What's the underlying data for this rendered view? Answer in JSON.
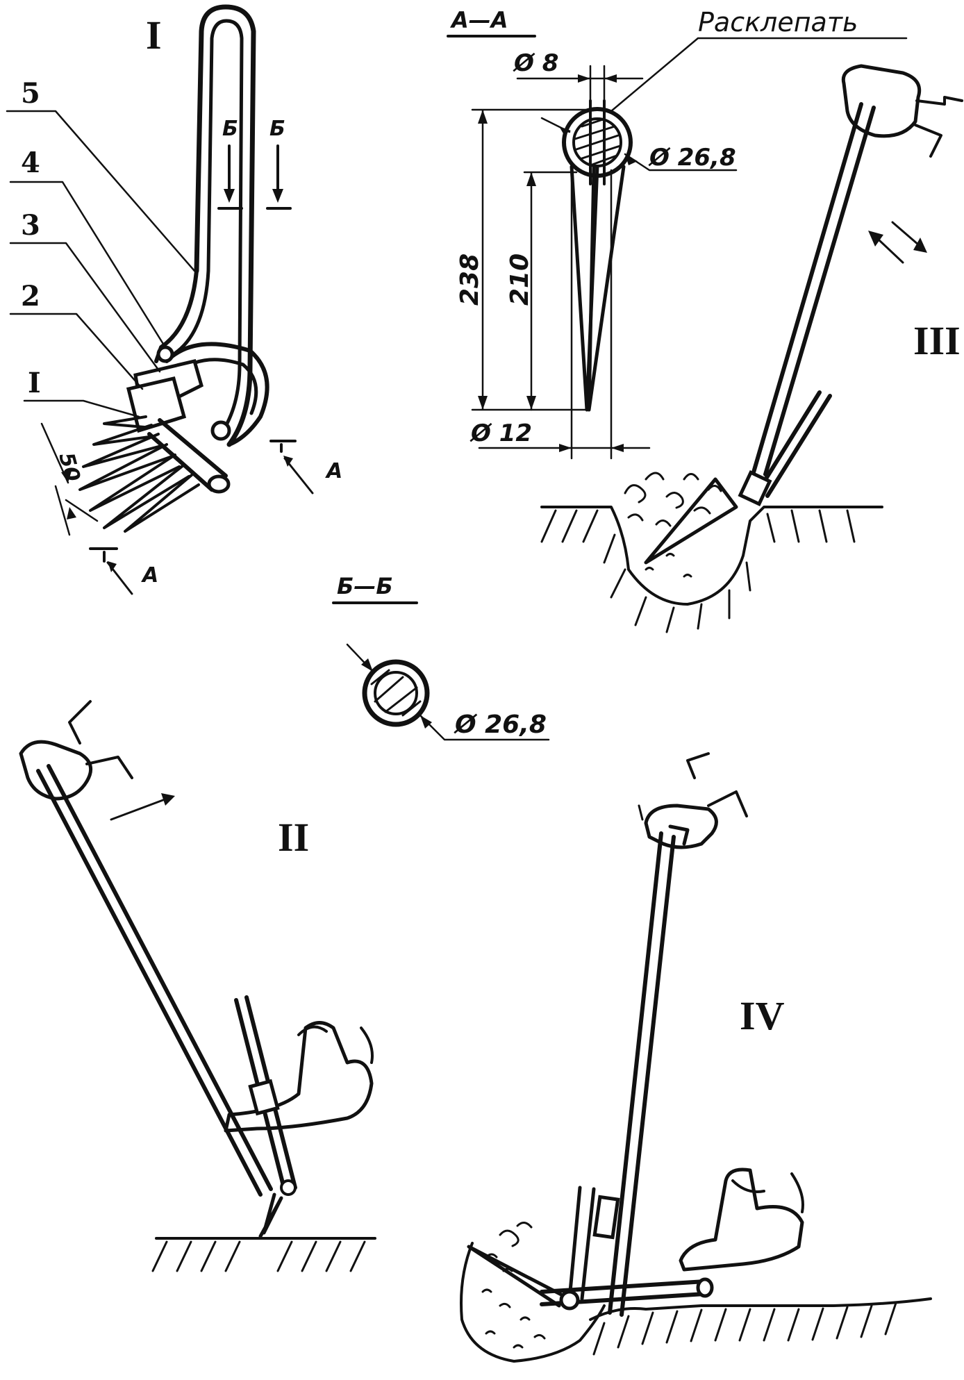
{
  "views": {
    "view1": "I",
    "view2": "II",
    "view3": "III",
    "view4": "IV"
  },
  "callouts": {
    "c5": "5",
    "c4": "4",
    "c3": "3",
    "c2": "2",
    "c1": "I"
  },
  "dimensions": {
    "tooth_spacing": "50",
    "rivet_dia": "Ø 8",
    "tube_dia_a": "Ø 26,8",
    "overall_height": "238",
    "tooth_length": "210",
    "tooth_base_dia": "Ø 12",
    "tube_dia_b": "Ø 26,8"
  },
  "sections": {
    "aa_title": "А—А",
    "bb_title": "Б—Б",
    "a_mark": "А",
    "b_mark": "Б"
  },
  "notes": {
    "rivet": "Расклепать"
  }
}
